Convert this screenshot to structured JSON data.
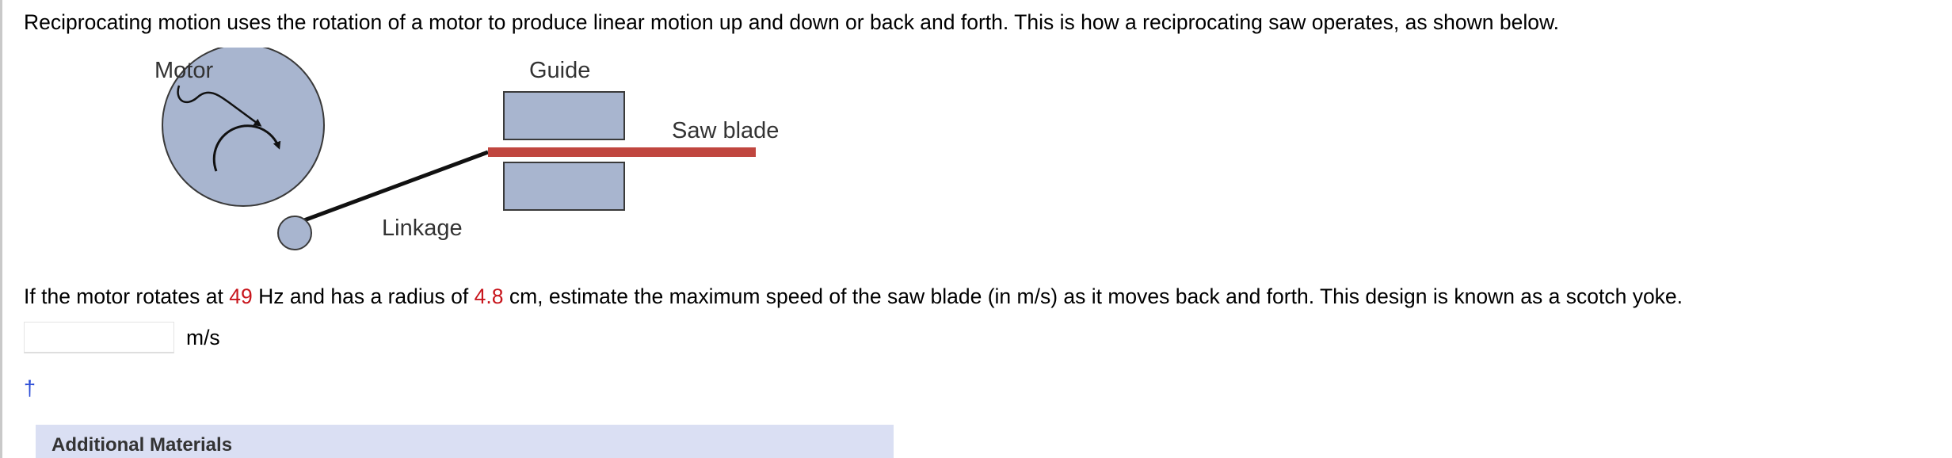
{
  "problem": {
    "intro": "Reciprocating motion uses the rotation of a motor to produce linear motion up and down or back and forth. This is how a reciprocating saw operates, as shown below.",
    "diagram": {
      "labels": {
        "motor": "Motor",
        "guide": "Guide",
        "saw_blade": "Saw blade",
        "linkage": "Linkage"
      },
      "colors": {
        "motor_fill": "#a8b5cf",
        "guide_fill": "#a8b5cf",
        "blade": "#c0463f",
        "outline": "#3a3a3a",
        "linkage": "#111111"
      }
    },
    "question": {
      "part1": "If the motor rotates at ",
      "frequency": "49",
      "part2": " Hz and has a radius of ",
      "radius": "4.8",
      "part3": " cm, estimate the maximum speed of the saw blade (in m/s) as it moves back and forth. This design is known as a scotch yoke.",
      "highlight_color": "#c8161d"
    },
    "answer": {
      "value": "",
      "placeholder": "",
      "units": "m/s"
    },
    "dagger": "†"
  },
  "additional_materials": {
    "label": "Additional Materials",
    "background": "#dadff3"
  }
}
